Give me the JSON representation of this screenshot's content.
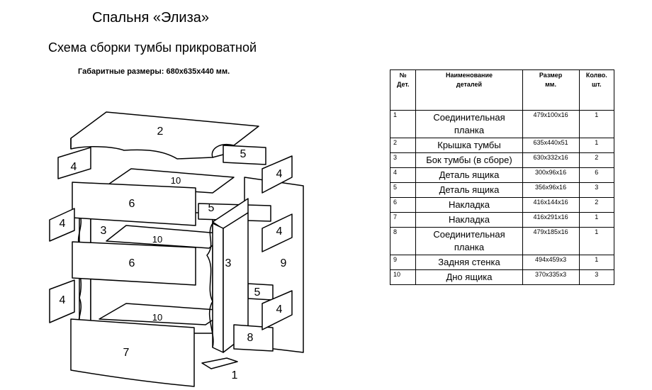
{
  "header": {
    "title": "Спальня  «Элиза»",
    "subtitle": "Схема сборки тумбы прикроватной",
    "dimensions": "Габаритные  размеры: 680х635х440 мм."
  },
  "table": {
    "headers": [
      [
        "№",
        "Дет."
      ],
      [
        "Наименование",
        "деталей"
      ],
      [
        "Размер",
        "мм."
      ],
      [
        "Колво.",
        "шт."
      ]
    ],
    "rows": [
      {
        "num": "1",
        "name": [
          "Соединительная",
          "планка"
        ],
        "size": "479х100х16",
        "qty": "1"
      },
      {
        "num": "2",
        "name": [
          "Крышка тумбы"
        ],
        "size": "635х440х51",
        "qty": "1"
      },
      {
        "num": "3",
        "name": [
          "Бок тумбы (в сборе)"
        ],
        "size": "630х332х16",
        "qty": "2"
      },
      {
        "num": "4",
        "name": [
          "Деталь ящика"
        ],
        "size": "300х96х16",
        "qty": "6"
      },
      {
        "num": "5",
        "name": [
          "Деталь ящика"
        ],
        "size": "356х96х16",
        "qty": "3"
      },
      {
        "num": "6",
        "name": [
          "Накладка"
        ],
        "size": "416х144х16",
        "qty": "2"
      },
      {
        "num": "7",
        "name": [
          "Накладка"
        ],
        "size": "416х291х16",
        "qty": "1"
      },
      {
        "num": "8",
        "name": [
          "Соединительная",
          "планка"
        ],
        "size": "479х185х16",
        "qty": "1"
      },
      {
        "num": "9",
        "name": [
          "Задняя стенка"
        ],
        "size": "494х459х3",
        "qty": "1"
      },
      {
        "num": "10",
        "name": [
          "Дно ящика"
        ],
        "size": "370х335х3",
        "qty": "3"
      }
    ]
  },
  "diagram_labels": {
    "top": "2",
    "drawer_side": "4",
    "drawer_back": "5",
    "drawer_bottom": "10",
    "front_small": "6",
    "front_big": "7",
    "side_panel": "3",
    "back_wall": "9",
    "plank_lower": "8",
    "plank_bottom": "1"
  }
}
